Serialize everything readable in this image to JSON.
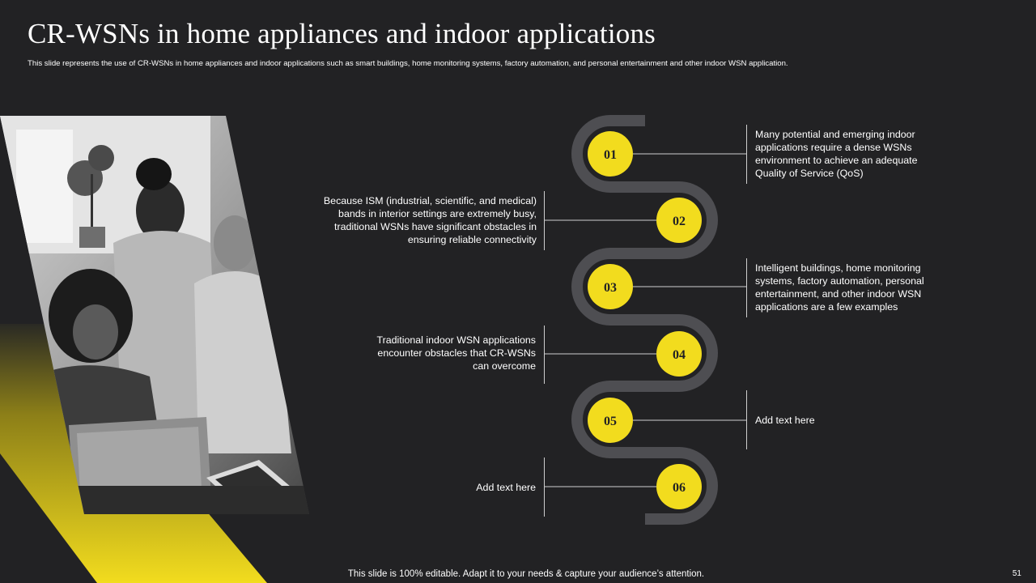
{
  "slide": {
    "title": "CR-WSNs in home appliances and indoor applications",
    "subtitle": "This slide represents the use of CR-WSNs in home appliances and indoor applications such as smart buildings, home monitoring systems, factory automation, and personal entertainment and other indoor WSN application.",
    "footer": "This slide is 100% editable. Adapt it to your needs & capture your audience’s attention.",
    "page_number": "51"
  },
  "steps": [
    {
      "number": "01",
      "text": "Many potential and emerging indoor applications require a dense WSNs environment to achieve an adequate Quality of Service (QoS)"
    },
    {
      "number": "02",
      "text": "Because ISM (industrial, scientific, and medical) bands in interior settings are extremely busy, traditional WSNs have significant obstacles in ensuring reliable connectivity"
    },
    {
      "number": "03",
      "text": "Intelligent buildings, home monitoring systems, factory automation, personal entertainment, and other indoor WSN applications are a few examples"
    },
    {
      "number": "04",
      "text": "Traditional indoor WSN applications encounter obstacles that CR-WSNs can overcome"
    },
    {
      "number": "05",
      "text": "Add text here"
    },
    {
      "number": "06",
      "text": "Add text here"
    }
  ],
  "colors": {
    "background": "#222224",
    "accent_yellow": "#f2dc1e",
    "track_gray": "#4e4e52"
  },
  "icons": {
    "photo": "team-at-laptop-photo"
  }
}
